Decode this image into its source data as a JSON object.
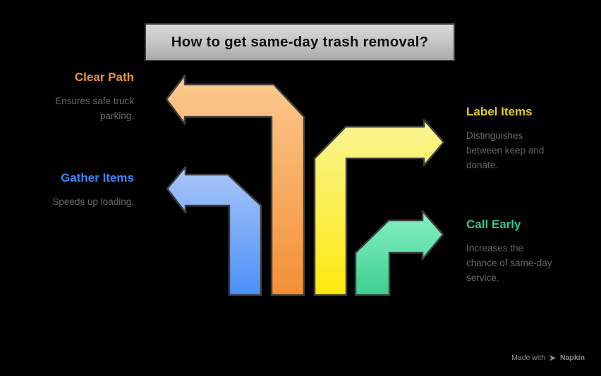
{
  "title": "How to get same-day trash removal?",
  "steps": {
    "clear_path": {
      "label": "Clear Path",
      "description": "Ensures safe truck\nparking.",
      "label_color": "#ee9138",
      "arrow_gradient_top": "#fbc98f",
      "arrow_gradient_bottom": "#f39035"
    },
    "gather_items": {
      "label": "Gather Items",
      "description": "Speeds up loading.",
      "label_color": "#4285f4",
      "arrow_gradient_top": "#a9c6f8",
      "arrow_gradient_bottom": "#4d90f8"
    },
    "label_items": {
      "label": "Label Items",
      "description": "Distinguishes\nbetween keep and\ndonate.",
      "label_color": "#dfca1c",
      "arrow_gradient_top": "#f9f493",
      "arrow_gradient_bottom": "#fde90e"
    },
    "call_early": {
      "label": "Call Early",
      "description": "Increases the\nchance of same-day\nservice.",
      "label_color": "#34c789",
      "arrow_gradient_top": "#86f0c2",
      "arrow_gradient_bottom": "#3ed092"
    }
  },
  "watermark": {
    "prefix": "Made with",
    "brand": "Napkin"
  },
  "colors": {
    "background": "#000000",
    "arrow_outline": "#3f3f3f",
    "description_text": "#676767",
    "title_text": "#121212",
    "title_box_border": "#3c3c3c"
  }
}
